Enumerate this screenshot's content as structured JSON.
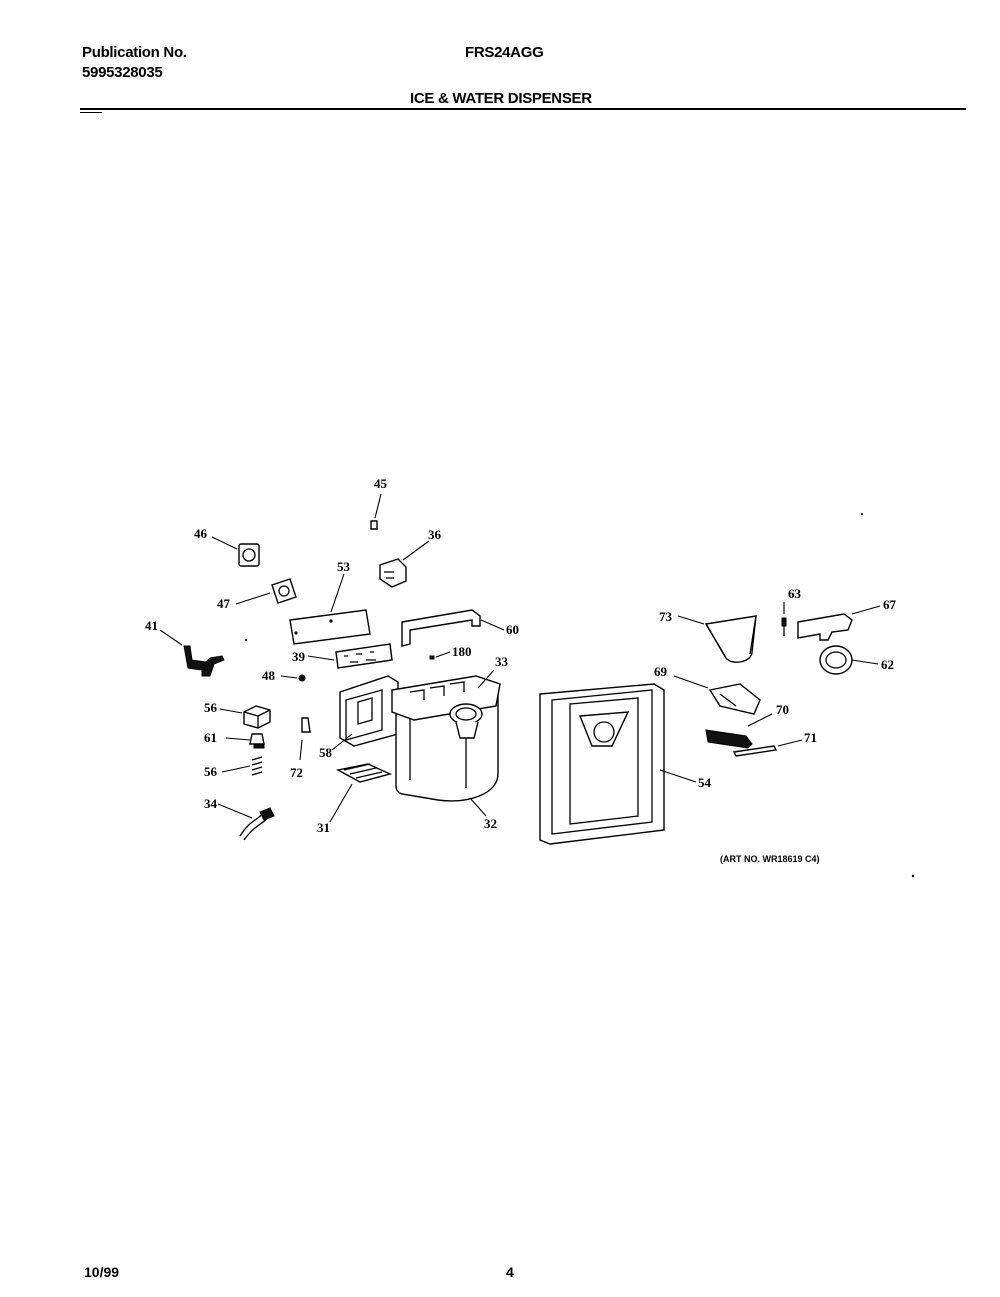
{
  "header": {
    "publication_label": "Publication No.",
    "publication_number": "5995328035",
    "model": "FRS24AGG",
    "section_title": "ICE & WATER DISPENSER"
  },
  "diagram": {
    "callouts": [
      "45",
      "46",
      "36",
      "53",
      "47",
      "41",
      "60",
      "39",
      "180",
      "33",
      "48",
      "56",
      "61",
      "58",
      "72",
      "56",
      "34",
      "31",
      "32",
      "73",
      "63",
      "67",
      "62",
      "69",
      "70",
      "71",
      "54"
    ],
    "art_number": "(ART NO. WR18619 C4)"
  },
  "footer": {
    "date": "10/99",
    "page": "4"
  }
}
